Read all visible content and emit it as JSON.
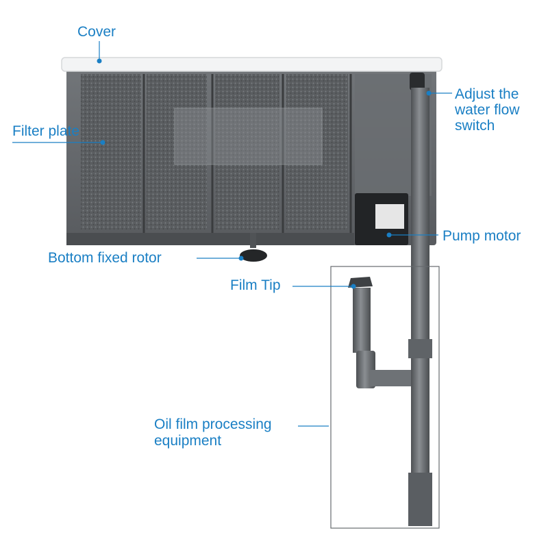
{
  "labels": {
    "cover": "Cover",
    "filter_plate": "Filter plate",
    "adjust_flow": [
      "Adjust the",
      "water flow",
      "switch"
    ],
    "pump_motor": "Pump motor",
    "bottom_rotor": "Bottom fixed rotor",
    "film_tip": "Film Tip",
    "oil_film": [
      "Oil film processing",
      "equipment"
    ]
  },
  "colors": {
    "label": "#1a7fc4",
    "housing": "#5b5f63",
    "cover": "#f3f4f5",
    "pump": "#222426",
    "pipe": "#6e7276"
  }
}
